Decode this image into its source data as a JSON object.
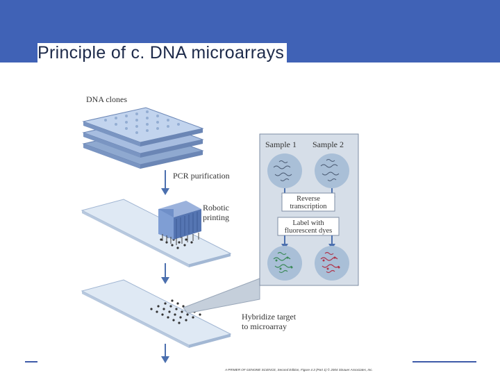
{
  "slide": {
    "title": "Principle of c. DNA microarrays",
    "banner_color": "#4062b6",
    "rule_color": "#3d5aa8"
  },
  "figure": {
    "labels": {
      "dna_clones": "DNA clones",
      "pcr_purification": "PCR purification",
      "robotic_printing_1": "Robotic",
      "robotic_printing_2": "printing",
      "sample1": "Sample 1",
      "sample2": "Sample 2",
      "reverse_transcription_1": "Reverse",
      "reverse_transcription_2": "transcription",
      "label_dyes_1": "Label with",
      "label_dyes_2": "fluorescent dyes",
      "hybridize_1": "Hybridize target",
      "hybridize_2": "to microarray"
    },
    "credit": "A PRIMER OF GENOME SCIENCE, Second Edition, Figure 4.3 (Part 1) © 2004 Sinauer Associates, Inc.",
    "colors": {
      "plate": "#b9cde6",
      "slide": "#dfe9f4",
      "printer": "#6f8fc8",
      "panel": "#d6dee8",
      "arrow": "#4b6fae",
      "green_dye": "#3c8a5a",
      "red_dye": "#b0344a"
    }
  }
}
